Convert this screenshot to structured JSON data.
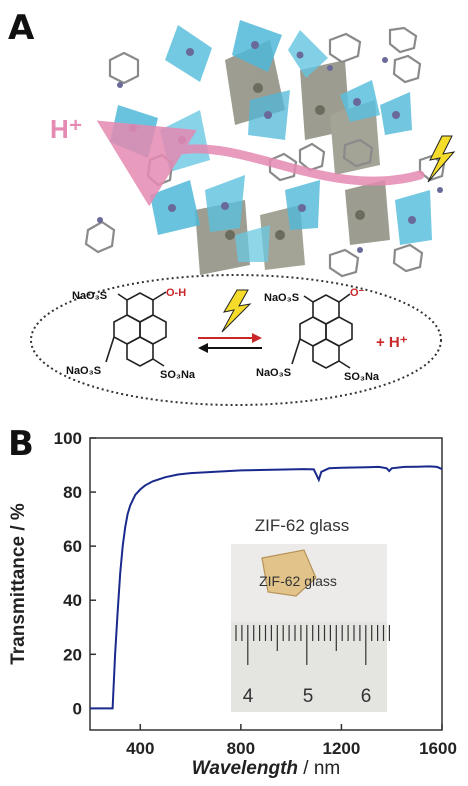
{
  "panel_a": {
    "label": "A",
    "proton_label": "H⁺",
    "left_molecule": {
      "oh_label": "O-H",
      "top_group": "NaO₃S",
      "bottom_left_group": "NaO₃S",
      "bottom_right_group": "SO₃Na"
    },
    "right_molecule": {
      "o_label": "O⁻",
      "top_group": "NaO₃S",
      "bottom_left_group": "NaO₃S",
      "bottom_right_group": "SO₃Na"
    },
    "product_proton": "+ H⁺",
    "colors": {
      "tetrahedra": "#4fb8d8",
      "shadow_tetrahedra": "#7a7a68",
      "arrow": "#e58ab2",
      "bolt": "#f5dc2a",
      "product_red": "#c8282a"
    },
    "icons": [
      "lightning-bolt-icon",
      "equilibrium-arrows-icon"
    ]
  },
  "panel_b": {
    "label": "B",
    "inset_caption": "ZIF-62 glass",
    "sample_label": "ZIF-62 glass",
    "ruler_numbers": [
      "4",
      "5",
      "6"
    ]
  },
  "chart_data": {
    "type": "line",
    "title": "",
    "xlabel_italic": "Wavelength",
    "xlabel_unit": " / nm",
    "ylabel": "Transmittance / %",
    "xlim": [
      200,
      1600
    ],
    "ylim": [
      -8,
      100
    ],
    "xticks": [
      400,
      800,
      1200,
      1600
    ],
    "yticks": [
      0,
      20,
      40,
      60,
      80,
      100
    ],
    "grid": false,
    "series": [
      {
        "color": "#1a2a8c",
        "x": [
          200,
          250,
          280,
          290,
          300,
          310,
          320,
          330,
          340,
          350,
          360,
          370,
          380,
          400,
          420,
          450,
          500,
          550,
          600,
          700,
          800,
          900,
          1000,
          1050,
          1090,
          1100,
          1110,
          1120,
          1150,
          1200,
          1300,
          1350,
          1380,
          1390,
          1400,
          1450,
          1500,
          1550,
          1580,
          1600
        ],
        "y": [
          0,
          0,
          0,
          0,
          20,
          36,
          50,
          60,
          67,
          72,
          75,
          77,
          79,
          81,
          82.5,
          84,
          85.5,
          86.5,
          87,
          87.5,
          88,
          88.2,
          88.4,
          88.5,
          88.4,
          86.5,
          84.5,
          87.5,
          88.8,
          89,
          89.2,
          89.3,
          88.8,
          87.8,
          88.8,
          89.3,
          89.4,
          89.5,
          89.3,
          88.5
        ]
      }
    ]
  }
}
